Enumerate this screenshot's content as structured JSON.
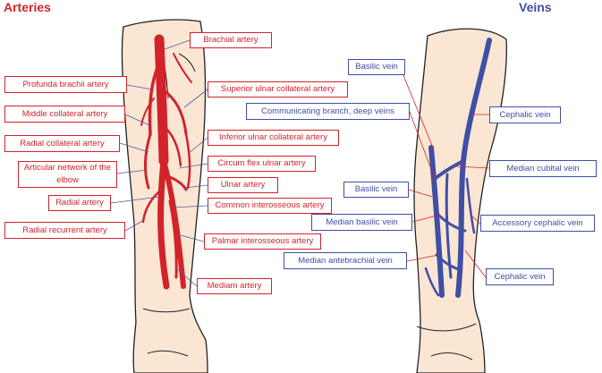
{
  "headers": {
    "arteries": "Arteries",
    "veins": "Veins"
  },
  "arteries": {
    "brachial": "Brachial artery",
    "profunda_brachii": "Profunda brachii artery",
    "superior_ulnar_collateral": "Superior ulnar collateral artery",
    "middle_collateral": "Middle collateral artery",
    "radial_collateral": "Radial collateral artery",
    "inferior_ulnar_collateral": "Inferior ulnar collateral artery",
    "articular_network": "Articular network of the elbow",
    "circumflex_ulnar": "Circum flex ulnar artery",
    "ulnar": "Ulnar artery",
    "radial": "Radial artery",
    "common_interosseous": "Common interosseous artery",
    "radial_recurrent": "Radial recurrent artery",
    "palmar_interosseous": "Palmar interosseous artery",
    "mediam": "Mediam artery"
  },
  "veins": {
    "basilic_top": "Basilic vein",
    "communicating_branch": "Communicating branch, deep veins",
    "cephalic_top": "Cephalic vein",
    "median_cubital": "Median cubital vein",
    "basilic_mid": "Basilic vein",
    "median_basilic": "Median basilic vein",
    "accessory_cephalic": "Accessory cephalic vein",
    "median_antebrachial": "Median antebrachial vein",
    "cephalic_bottom": "Cephalic vein"
  },
  "colors": {
    "artery": "#d2232a",
    "vein": "#3f4fa5",
    "skin": "#fbe6d4"
  }
}
